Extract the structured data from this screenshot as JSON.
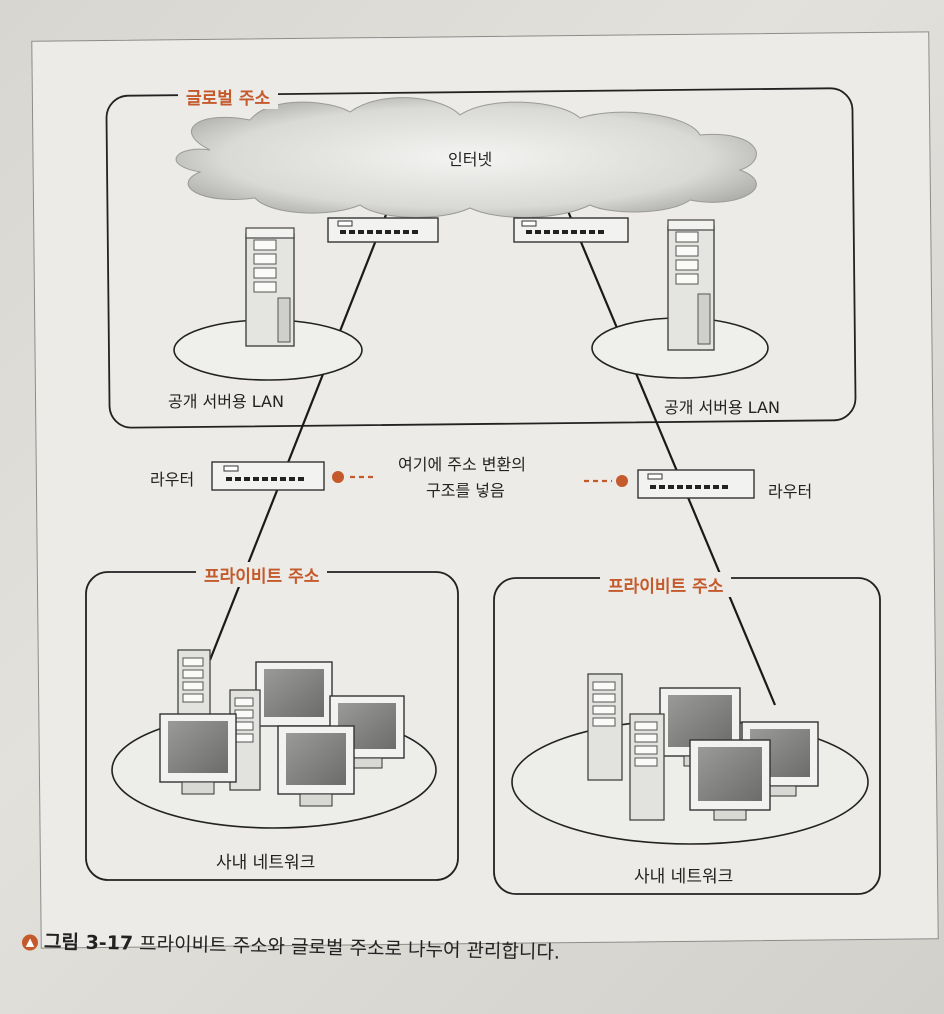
{
  "global_box": {
    "title": "글로벌 주소"
  },
  "internet": {
    "label": "인터넷"
  },
  "public_lan_left": {
    "label": "공개 서버용 LAN"
  },
  "public_lan_right": {
    "label": "공개 서버용 LAN"
  },
  "router_left": {
    "label": "라우터"
  },
  "router_right": {
    "label": "라우터"
  },
  "note": {
    "line1": "여기에 주소 변환의",
    "line2": "구조를 넣음"
  },
  "private_left": {
    "title": "프라이비트 주소",
    "network_label": "사내 네트워크"
  },
  "private_right": {
    "title": "프라이비트 주소",
    "network_label": "사내 네트워크"
  },
  "caption": {
    "icon": "up-arrow-icon",
    "number": "그림 3-17",
    "text": "프라이비트 주소와 글로벌 주소로 나누어 관리합니다."
  },
  "colors": {
    "accent": "#c45a2c",
    "line": "#222222"
  }
}
